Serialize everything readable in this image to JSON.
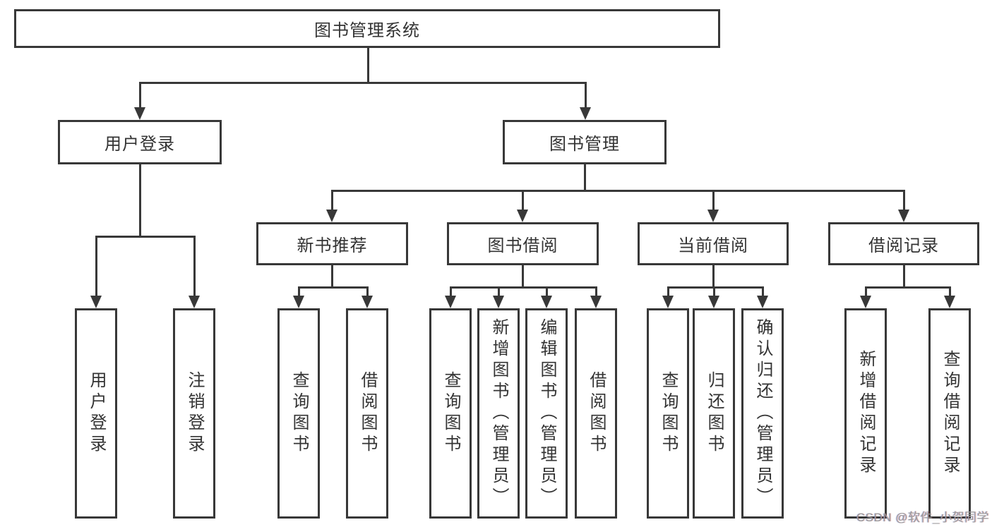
{
  "diagram": {
    "title": "图书管理系统",
    "nodes": {
      "root": {
        "label": "图书管理系统"
      },
      "level2": [
        {
          "label": "用户登录"
        },
        {
          "label": "图书管理"
        }
      ],
      "level3": [
        {
          "label": "新书推荐",
          "parent": "图书管理"
        },
        {
          "label": "图书借阅",
          "parent": "图书管理"
        },
        {
          "label": "当前借阅",
          "parent": "图书管理"
        },
        {
          "label": "借阅记录",
          "parent": "图书管理"
        }
      ],
      "leaves": [
        {
          "label": "用户登录",
          "parent": "用户登录"
        },
        {
          "label": "注销登录",
          "parent": "用户登录"
        },
        {
          "label": "查询图书",
          "parent": "新书推荐"
        },
        {
          "label": "借阅图书",
          "parent": "新书推荐"
        },
        {
          "label": "查询图书",
          "parent": "图书借阅"
        },
        {
          "label": "新增图书（管理员）",
          "parent": "图书借阅"
        },
        {
          "label": "编辑图书（管理员）",
          "parent": "图书借阅"
        },
        {
          "label": "借阅图书",
          "parent": "图书借阅"
        },
        {
          "label": "查询图书",
          "parent": "当前借阅"
        },
        {
          "label": "归还图书",
          "parent": "当前借阅"
        },
        {
          "label": "确认归还（管理员）",
          "parent": "当前借阅"
        },
        {
          "label": "新增借阅记录",
          "parent": "借阅记录"
        },
        {
          "label": "查询借阅记录",
          "parent": "借阅记录"
        }
      ]
    },
    "colors": {
      "line": "#383838",
      "text": "#333333",
      "background": "#ffffff",
      "watermark_gray": "#9b9b9b"
    }
  },
  "watermark": {
    "text": "CSDN @软件_小贺同学"
  }
}
